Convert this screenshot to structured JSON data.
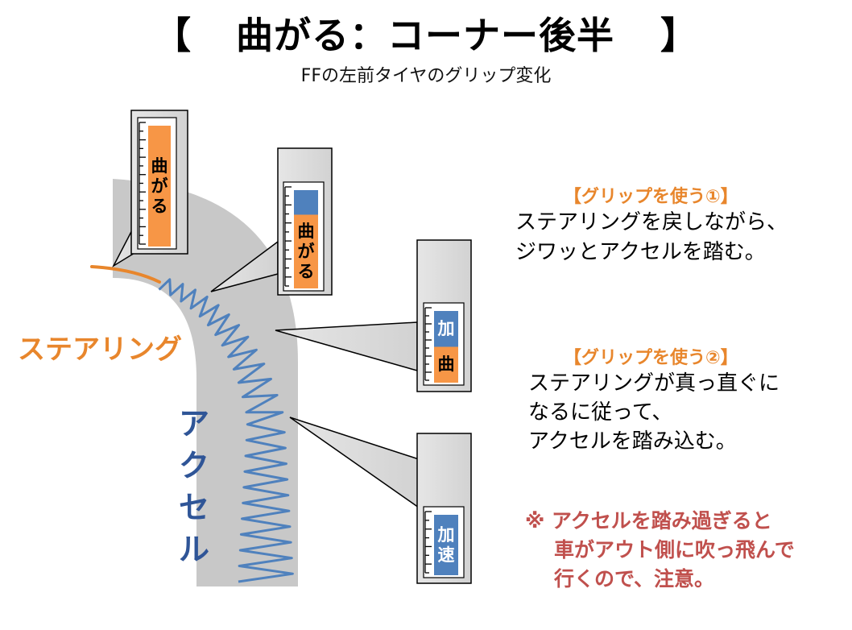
{
  "title": {
    "open": "【",
    "text": "曲がる：コーナー後半",
    "close": "】"
  },
  "subtitle": "FFの左前タイヤのグリップ変化",
  "labels": {
    "steering": "ステアリング",
    "accel": "アクセル"
  },
  "gauges": [
    {
      "id": "g1",
      "segments": [
        {
          "label": "曲がる",
          "kind": "turn",
          "fraction": 1.0
        }
      ]
    },
    {
      "id": "g2",
      "segments": [
        {
          "label": "",
          "kind": "accel",
          "fraction": 0.25
        },
        {
          "label": "曲がる",
          "kind": "turn",
          "fraction": 0.75
        }
      ]
    },
    {
      "id": "g3",
      "segments": [
        {
          "label": "加",
          "kind": "accel",
          "fraction": 0.5
        },
        {
          "label": "曲",
          "kind": "turn",
          "fraction": 0.5
        }
      ]
    },
    {
      "id": "g4",
      "segments": [
        {
          "label": "加速",
          "kind": "accel",
          "fraction": 1.0
        }
      ]
    }
  ],
  "notes": {
    "grip1_head": "【グリップを使う①】",
    "grip1_lines": [
      "ステアリングを戻しながら、",
      "ジワッとアクセルを踏む。"
    ],
    "grip2_head": "【グリップを使う②】",
    "grip2_lines": [
      "ステアリングが真っ直ぐに",
      "なるに従って、",
      "アクセルを踏み込む。"
    ],
    "warning_lines": [
      "※ アクセルを踏み過ぎると",
      "車がアウト側に吹っ飛んで",
      "行くので、注意。"
    ]
  },
  "colors": {
    "turn": "#f79646",
    "accel": "#4f81bd",
    "road": "#c8c8c8",
    "spring": "#4f81bd",
    "steering_line": "#e8862c",
    "warning": "#c0504d"
  }
}
